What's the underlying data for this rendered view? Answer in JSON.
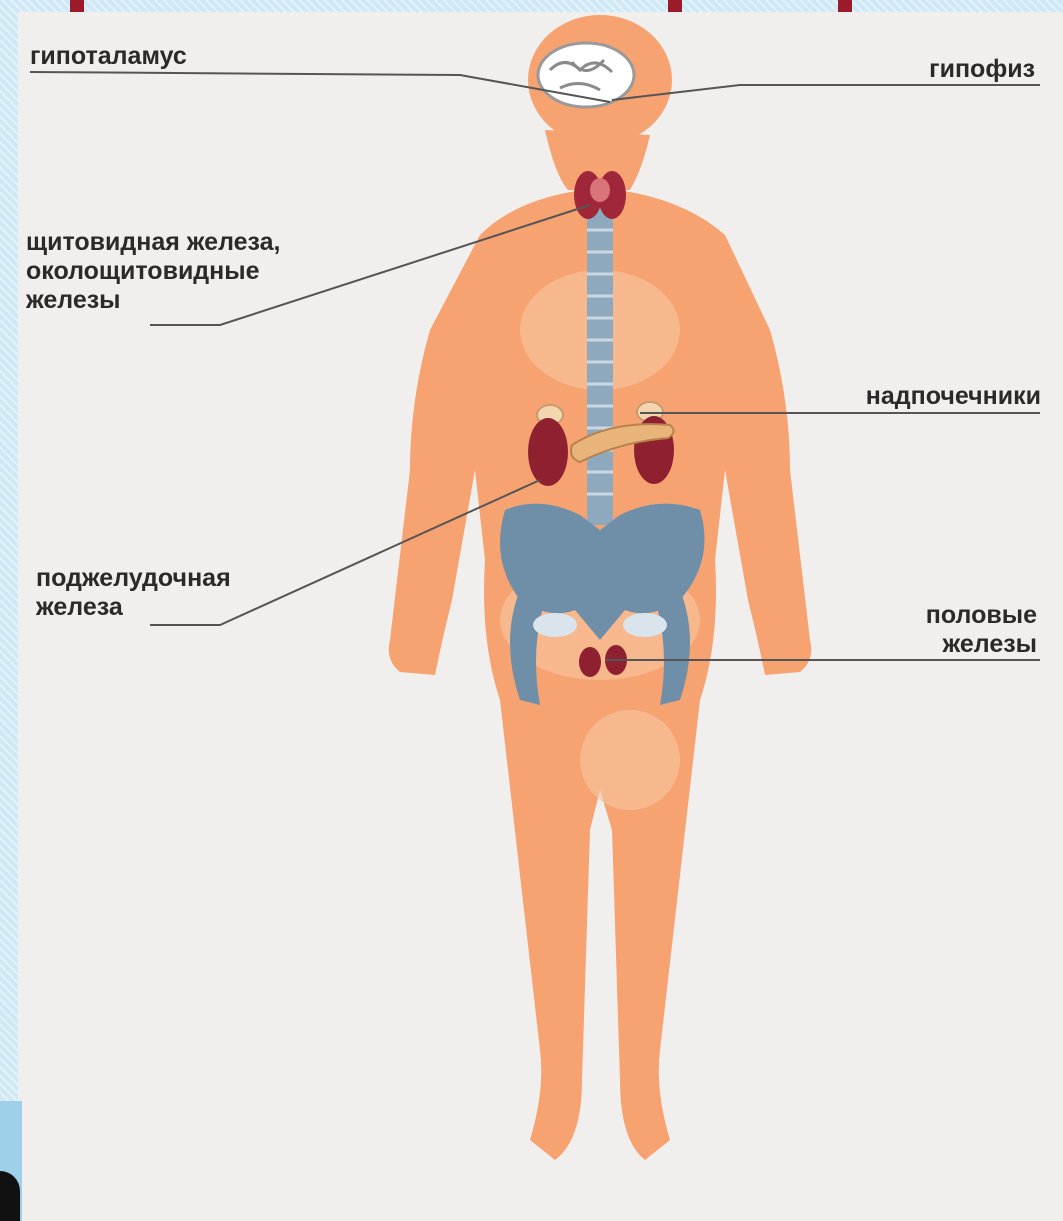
{
  "labels": {
    "hypothalamus": "гипоталамус",
    "pituitary": "гипофиз",
    "thyroid": "щитовидная железа,\nоколощитовидные\nжелезы",
    "adrenals": "надпочечники",
    "pancreas": "поджелудочная\nжелеза",
    "gonads": "половые\nжелезы"
  },
  "colors": {
    "body": "#f6a271",
    "body_light": "#f9c7a1",
    "bone": "#6f8fa8",
    "gland": "#8e2030",
    "pancreas": "#e8b47a",
    "accent_red": "#9b1b2a"
  }
}
